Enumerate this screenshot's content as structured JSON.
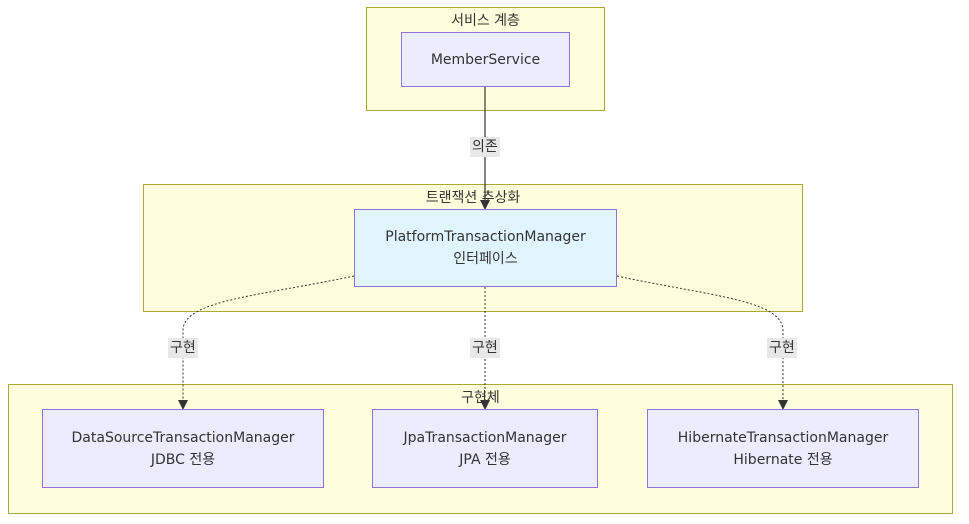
{
  "groups": {
    "service": {
      "title": "서비스 계층"
    },
    "abstraction": {
      "title": "트랜잭션 추상화"
    },
    "impl": {
      "title": "구현체"
    }
  },
  "nodes": {
    "member_service": {
      "line1": "MemberService"
    },
    "ptm": {
      "line1": "PlatformTransactionManager",
      "line2": "인터페이스"
    },
    "datasource": {
      "line1": "DataSourceTransactionManager",
      "line2": "JDBC 전용"
    },
    "jpa": {
      "line1": "JpaTransactionManager",
      "line2": "JPA 전용"
    },
    "hibernate": {
      "line1": "HibernateTransactionManager",
      "line2": "Hibernate 전용"
    }
  },
  "edges": {
    "depends": {
      "label": "의존"
    },
    "impl_left": {
      "label": "구현"
    },
    "impl_mid": {
      "label": "구현"
    },
    "impl_right": {
      "label": "구현"
    }
  },
  "colors": {
    "group_fill": "#ffffde",
    "group_border": "#aaaa33",
    "node_fill": "#ececff",
    "node_border": "#9370db",
    "interface_fill": "#e1f5fe",
    "edge": "#333333",
    "label_bg": "#e8e8e8"
  }
}
